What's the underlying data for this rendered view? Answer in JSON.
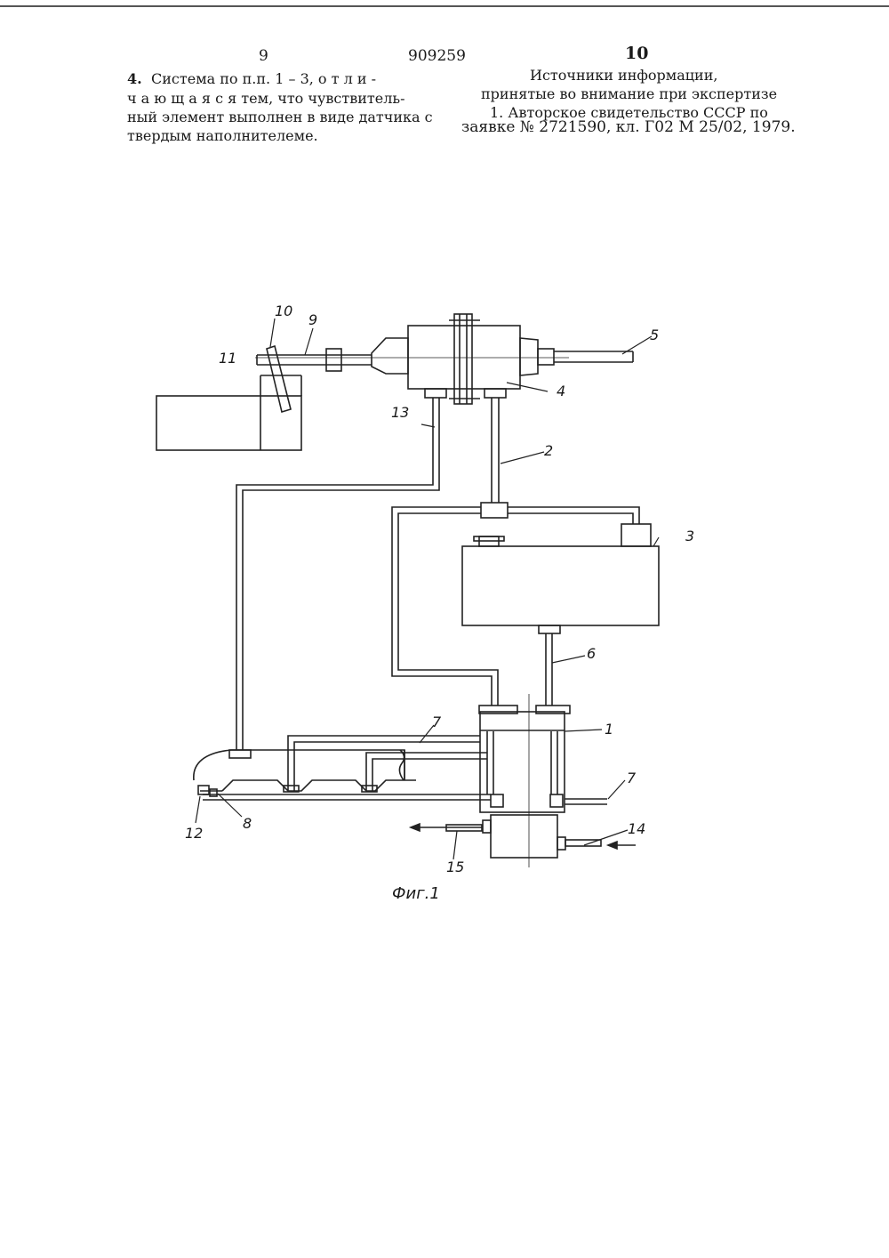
{
  "header": {
    "page_left": "9",
    "patent_number": "909259",
    "page_right": "10"
  },
  "claim": {
    "number": "4.",
    "lines": [
      "Система по п.п. 1 – 3, о т л и -",
      "ч а ю щ а я с я тем, что чувствитель-",
      "ный элемент выполнен в виде датчика с",
      "твердым наполнителеме."
    ]
  },
  "sources": {
    "title": "Источники информации,",
    "subtitle": "принятые во внимание при экспертизе",
    "line1": "1. Авторское свидетельство СССР по",
    "line2": "заявке № 2721590, кл. Г02 М 25/02, 1979."
  },
  "figure": {
    "caption": "Фиг.1",
    "labels": {
      "l10": "10",
      "l9": "9",
      "l5": "5",
      "l11": "11",
      "l4": "4",
      "l13": "13",
      "l2": "2",
      "l3": "3",
      "l6": "6",
      "l7a": "7",
      "l1": "1",
      "l7b": "7",
      "l12": "12",
      "l8": "8",
      "l14": "14",
      "l15": "15"
    }
  }
}
